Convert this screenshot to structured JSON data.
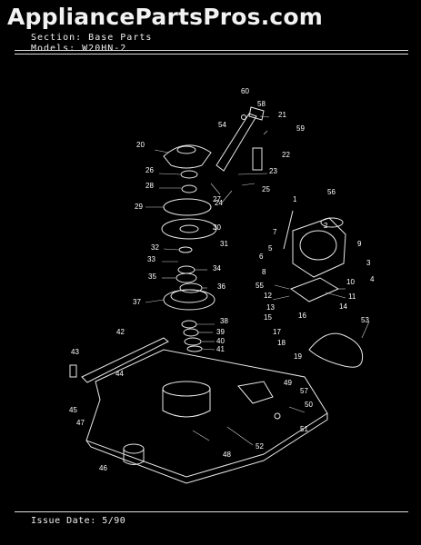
{
  "watermark": "AppliancePartsPros.com",
  "header": {
    "section": "Section: Base Parts",
    "model": "Models: W20HN-2"
  },
  "footer": {
    "issue": "Issue Date: 5/90"
  },
  "callouts": [
    "60",
    "58",
    "54",
    "21",
    "59",
    "22",
    "20",
    "26",
    "23",
    "28",
    "27",
    "24",
    "25",
    "1",
    "56",
    "29",
    "30",
    "7",
    "2",
    "31",
    "5",
    "9",
    "32",
    "6",
    "3",
    "33",
    "34",
    "8",
    "4",
    "35",
    "36",
    "55",
    "10",
    "11",
    "12",
    "37",
    "14",
    "13",
    "38",
    "15",
    "16",
    "42",
    "39",
    "17",
    "53",
    "40",
    "18",
    "41",
    "19",
    "43",
    "44",
    "49",
    "57",
    "45",
    "50",
    "47",
    "51",
    "52",
    "48",
    "46"
  ]
}
